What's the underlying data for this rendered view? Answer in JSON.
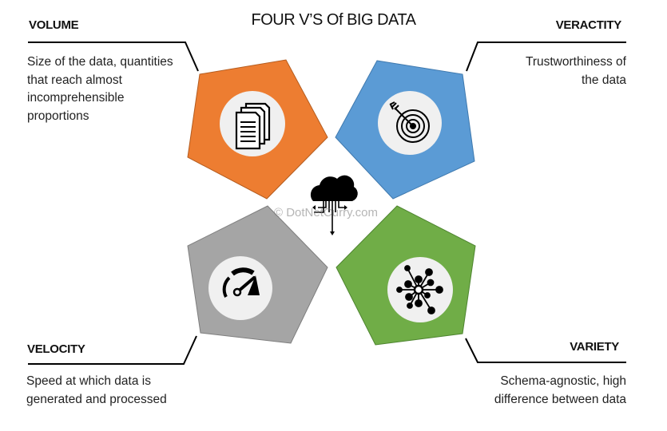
{
  "title": "FOUR V’S Of BIG DATA",
  "watermark": "© DotNetCurry.com",
  "center_icon": "cloud-data-icon",
  "quadrants": [
    {
      "heading": "VOLUME",
      "description_lines": [
        "Size of the data, quantities",
        "that reach almost",
        "incomprehensible",
        "proportions"
      ],
      "icon": "documents-icon",
      "color": "#ED7D31"
    },
    {
      "heading": "VERACTITY",
      "description_lines": [
        "Trustworthiness of",
        "the data"
      ],
      "icon": "target-icon",
      "color": "#5B9BD5"
    },
    {
      "heading": "VELOCITY",
      "description_lines": [
        "Speed at which data is",
        "generated and processed"
      ],
      "icon": "speedometer-icon",
      "color": "#A5A5A5"
    },
    {
      "heading": "VARIETY",
      "description_lines": [
        "Schema-agnostic, high",
        "difference between data"
      ],
      "icon": "network-icon",
      "color": "#70AD47"
    }
  ],
  "icon_circle_color": "#F0F0F0"
}
